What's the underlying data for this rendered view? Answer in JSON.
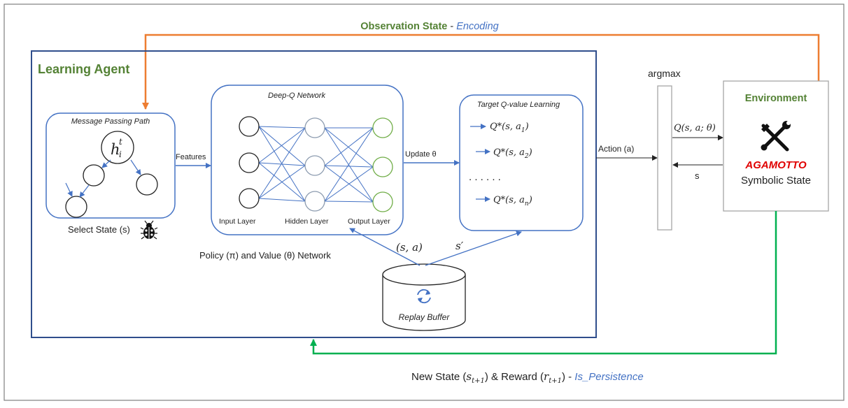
{
  "colors": {
    "agent_border": "#2F4E8C",
    "box_border": "#4472C4",
    "arrow_blue": "#4472C4",
    "orange": "#ED7D31",
    "green": "#00B050",
    "title_green": "#548235",
    "link_blue": "#4472C4",
    "agamotto_red": "#E00000",
    "output_node": "#70AD47",
    "hidden_node": "#8C9BAF",
    "gray_border": "#A6A6A6"
  },
  "top_loop": {
    "label_main": "Observation State",
    "label_sep": " - ",
    "label_sub": "Encoding"
  },
  "bottom_loop": {
    "label_prefix": "New State (",
    "label_s": "s",
    "label_s_sub": "t+1",
    "label_mid": ") & Reward (",
    "label_r": "r",
    "label_r_sub": "t+1",
    "label_suffix": ") - ",
    "label_sub": "Is_Persistence"
  },
  "agent": {
    "title": "Learning Agent"
  },
  "message_passing": {
    "title": "Message Passing Path",
    "node_h": "h",
    "node_h_sup": "t",
    "node_h_sub": "i",
    "caption": "Select State (s)",
    "bug_icon": "ladybug-icon"
  },
  "features_label": "Features",
  "dqn": {
    "title": "Deep-Q Network",
    "input_label": "Input Layer",
    "hidden_label": "Hidden Layer",
    "output_label": "Output Layer",
    "caption": "Policy (π) and Value (θ) Network"
  },
  "update_label": "Update θ",
  "target": {
    "title": "Target Q-value Learning",
    "q_prefix": "Q*(s, a",
    "q_items": [
      {
        "sub": "1"
      },
      {
        "sub": "2"
      },
      {
        "sub": "n"
      }
    ],
    "q_suffix": ")",
    "dots": ". . . . . ."
  },
  "replay": {
    "label": "Replay Buffer",
    "icon": "refresh-icon",
    "edge_sa": "(s, a)",
    "edge_s_prime": "s′"
  },
  "action_label": "Action (a)",
  "argmax": {
    "label": "argmax",
    "q_label": "Q(s, a; θ)",
    "s_label": "s"
  },
  "environment": {
    "title": "Environment",
    "icon": "tools-icon",
    "brand": "AGAMOTTO",
    "caption": "Symbolic State"
  }
}
